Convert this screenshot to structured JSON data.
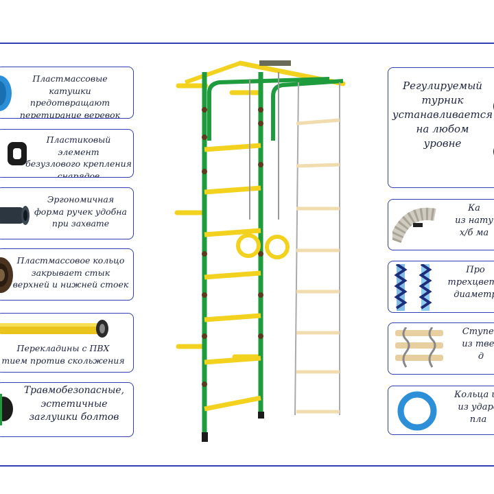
{
  "colors": {
    "border": "#2f3eb0",
    "frame_green": "#1e9b3c",
    "rung_yellow": "#f2d21e",
    "rope_gray": "#b9b9b9",
    "ladder_wood": "#f1dcb0"
  },
  "left_features": [
    {
      "text": "Пластмассовые катушки\nпредотвращают\nперетирание веревок",
      "icon": "blue-spool-icon"
    },
    {
      "text": "Пластиковый элемент\nбезузлового крепления\nснарядов",
      "icon": "black-bracket-icon"
    },
    {
      "text": "Эргономичная\nформа ручек удобна\nпри захвате",
      "icon": "grip-handle-icon"
    },
    {
      "text": "Пластмассовое кольцо\nзакрывает стык\nверхней и нижней стоек",
      "icon": "ring-joint-icon"
    },
    {
      "text": "Перекладины с ПВХ\nтием против скольжения",
      "icon": "yellow-bar-icon"
    },
    {
      "text": "Травмобезопасные,\nэстетичные\nзаглушки болтов",
      "icon": "bolt-cap-icon"
    }
  ],
  "right_features": [
    {
      "text": "Регулируемый\nтурник\nустанавливается\nна любом\nуровне",
      "icon": "pullup-bracket-icon"
    },
    {
      "text": "Ка\nиз нату\nх/б ма",
      "icon": "rope-coil-icon"
    },
    {
      "text": "Про\nтрехцветн\nдиаметр",
      "icon": "braided-rope-icon"
    },
    {
      "text": "Ступен\nиз твер\nд",
      "icon": "rope-ladder-icon"
    },
    {
      "text": "Кольца из\nиз ударо\nпла",
      "icon": "blue-ring-icon"
    }
  ]
}
